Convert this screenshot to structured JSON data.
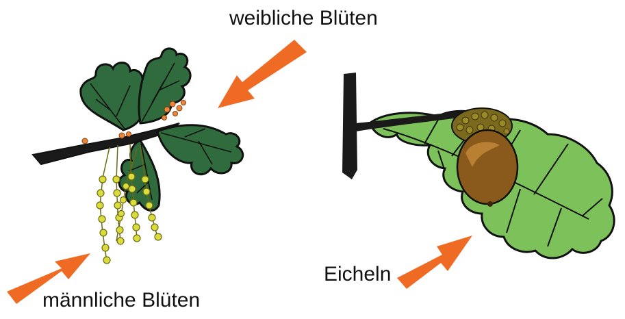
{
  "labels": {
    "female_flowers": "weibliche Blüten",
    "male_flowers": "männliche Blüten",
    "acorns": "Eicheln"
  },
  "icons": [
    "oak-twig-with-flowers-icon",
    "oak-leaf-with-acorn-icon",
    "arrow-icon"
  ],
  "colors": {
    "arrow": "#ef6a22",
    "leaf_dark": "#2f6b3c",
    "leaf_light": "#7cc159",
    "catkin": "#d9dc3a",
    "female_flower": "#e8893a",
    "acorn_nut": "#8a5a1c",
    "acorn_cup": "#7b6a1e",
    "outline": "#111111"
  }
}
